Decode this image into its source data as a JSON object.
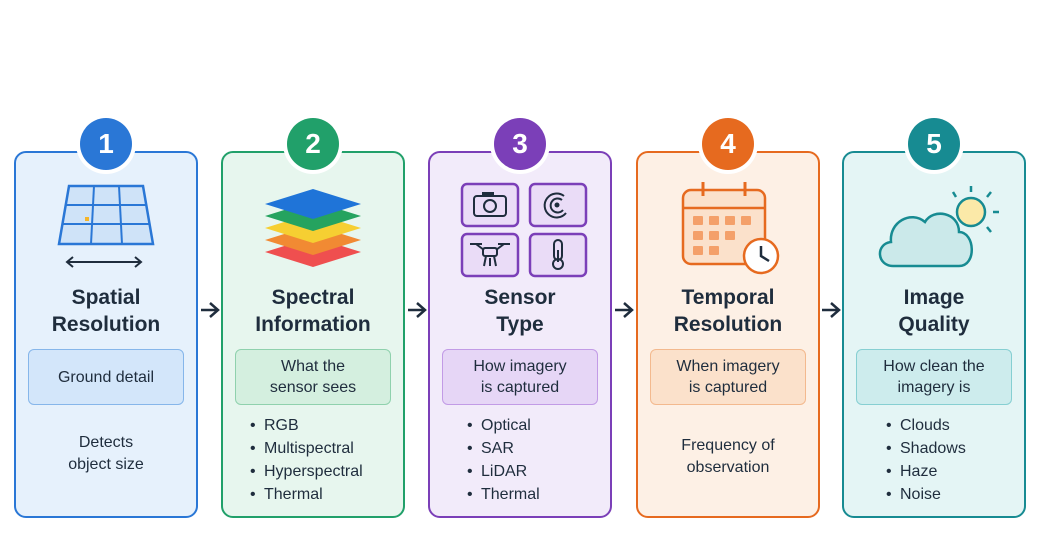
{
  "colors": {
    "blue": "#2a77d6",
    "green": "#21a06a",
    "purple": "#7b3fb8",
    "orange": "#e66a1f",
    "teal": "#178b92",
    "arrow": "#1f2d3d"
  },
  "steps": [
    {
      "number": "1",
      "title": "Spatial\nResolution",
      "tag": "Ground detail",
      "description": "Detects\nobject size",
      "icon": "grid-ruler-icon"
    },
    {
      "number": "2",
      "title": "Spectral\nInformation",
      "tag": "What the\nsensor sees",
      "bullets": [
        "RGB",
        "Multispectral",
        "Hyperspectral",
        "Thermal"
      ],
      "icon": "layer-stack-icon"
    },
    {
      "number": "3",
      "title": "Sensor\nType",
      "tag": "How imagery\nis captured",
      "bullets": [
        "Optical",
        "SAR",
        "LiDAR",
        "Thermal"
      ],
      "icons": [
        "camera-icon",
        "radar-icon",
        "drone-icon",
        "thermometer-icon"
      ]
    },
    {
      "number": "4",
      "title": "Temporal\nResolution",
      "tag": "When imagery\nis captured",
      "description": "Frequency of\nobservation",
      "icon": "calendar-clock-icon"
    },
    {
      "number": "5",
      "title": "Image\nQuality",
      "tag": "How clean the\nimagery is",
      "bullets": [
        "Clouds",
        "Shadows",
        "Haze",
        "Noise"
      ],
      "icon": "cloud-sun-icon"
    }
  ]
}
